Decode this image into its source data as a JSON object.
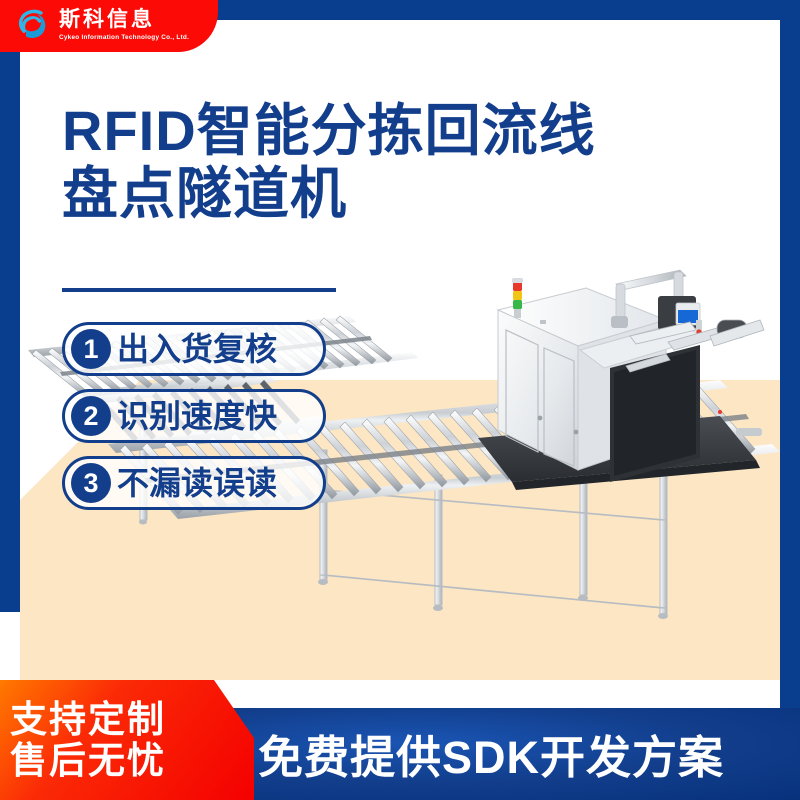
{
  "brand": {
    "logo_icon": "swirl-s-logo-icon",
    "name_cn": "斯科信息",
    "name_en": "Cykeo Information Technology Co., Ltd.",
    "header_color": "#fb0a06"
  },
  "frame": {
    "border_color": "#093d8e"
  },
  "headline": {
    "line1": "RFID智能分拣回流线",
    "line2": "盘点隧道机",
    "color": "#123e8c"
  },
  "features": [
    {
      "num": "1",
      "label": "出入货复核"
    },
    {
      "num": "2",
      "label": "识别速度快"
    },
    {
      "num": "3",
      "label": "不漏读误读"
    }
  ],
  "product_photo": {
    "alt": "RFID智能分拣回流线盘点隧道机",
    "floor_color": "#fce6c4",
    "signal_tower": {
      "lights": [
        "red",
        "yellow",
        "green"
      ]
    },
    "hmi_screen_color": "#1668d6"
  },
  "bottom_bar": {
    "badge_line1": "支持定制",
    "badge_line2": "售后无忧",
    "slogan": "免费提供SDK开发方案",
    "badge_color": "#f40000",
    "bar_color": "#123e8c"
  }
}
